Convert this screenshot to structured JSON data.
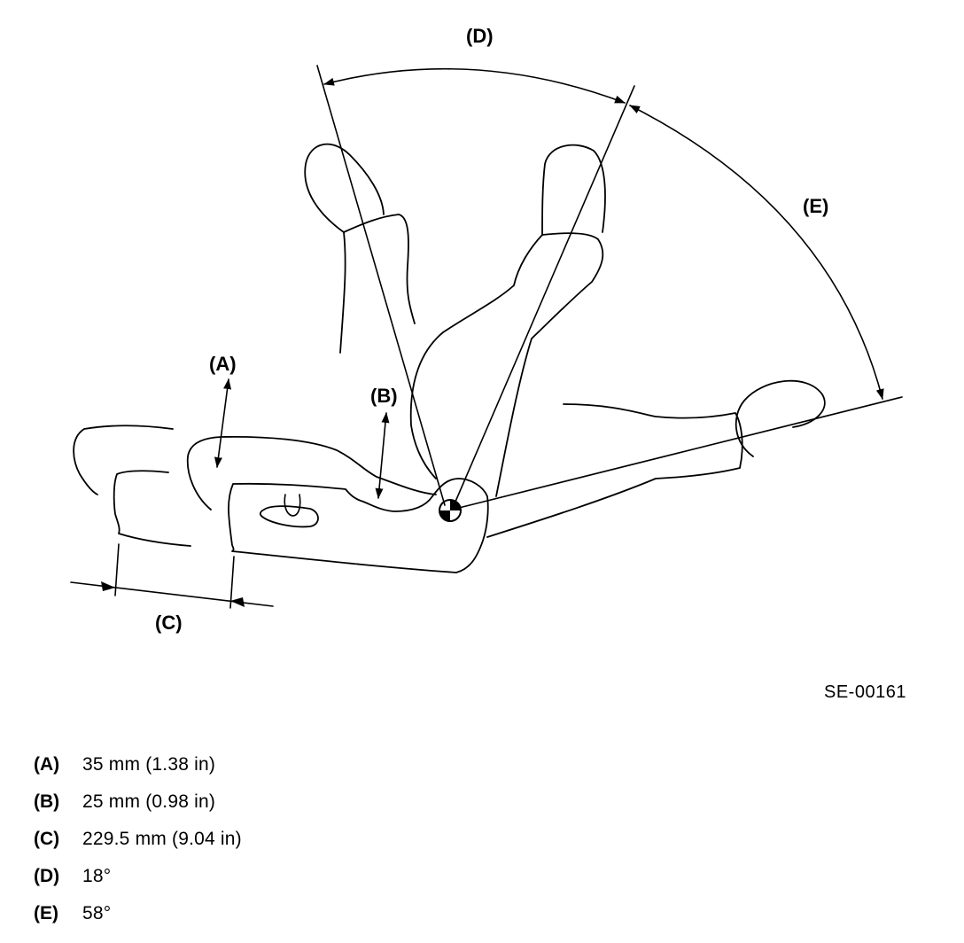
{
  "callouts": {
    "a": "(A)",
    "b": "(B)",
    "c": "(C)",
    "d": "(D)",
    "e": "(E)"
  },
  "figure_id": "SE-00161",
  "legend": [
    {
      "key": "(A)",
      "value": "35 mm (1.38 in)"
    },
    {
      "key": "(B)",
      "value": "25 mm (0.98 in)"
    },
    {
      "key": "(C)",
      "value": "229.5 mm (9.04 in)"
    },
    {
      "key": "(D)",
      "value": "18°"
    },
    {
      "key": "(E)",
      "value": "58°"
    }
  ],
  "colors": {
    "line": "#000000",
    "background": "#ffffff"
  }
}
